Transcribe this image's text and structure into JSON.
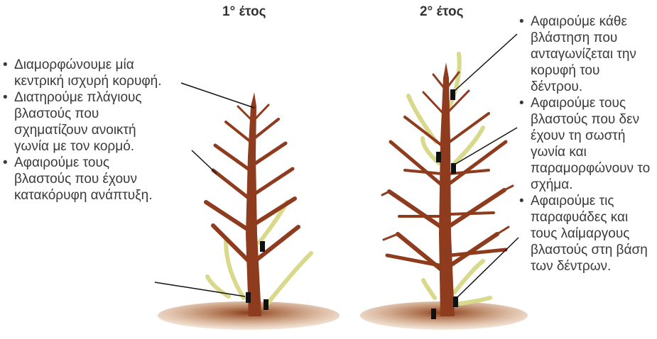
{
  "titles": {
    "year1": "1° έτος",
    "year2": "2° έτος"
  },
  "left_notes": [
    "Διαμορφώνουμε μία κεντρική ισχυρή κορυφή.",
    "Διατηρούμε πλάγιους βλαστούς που σχηματίζουν ανοικτή γωνία με τον κορμό.",
    "Αφαιρούμε τους βλαστούς που έχουν κατακόρυφη ανάπτυξη."
  ],
  "right_notes": [
    "Αφαιρούμε κάθε βλάστηση που ανταγωνίζεται την κορυφή του δέντρου.",
    "Αφαιρούμε τους βλαστούς που δεν έχουν τη σωστή γωνία και παραμορφώνουν το σχήμα.",
    "Αφαιρούμε τις παραφυάδες και τους λαίμαργους βλαστούς στη βάση των δέντρων."
  ],
  "colors": {
    "trunk": "#8f3b1e",
    "removed_shoot": "#d8d98a",
    "soil": "#b9652d",
    "text": "#3a3a3a"
  }
}
